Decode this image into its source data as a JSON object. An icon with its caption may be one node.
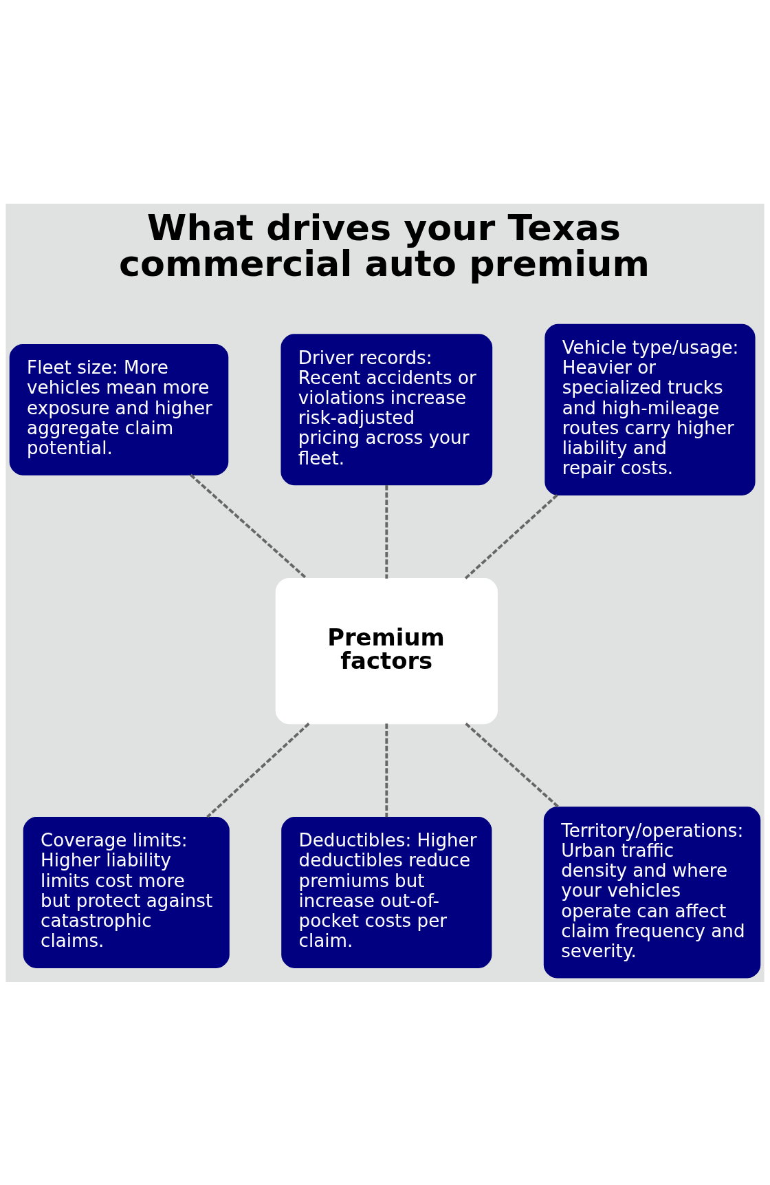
{
  "diagram": {
    "title": "What drives your Texas commercial auto premium",
    "nodes": [
      {
        "text": [
          "Fleet size: More vehicles mean more exposure and higher aggregate claim potential."
        ]
      },
      {
        "text": [
          "Driver records: Recent accidents or violations increase risk-adjusted pricing across your fleet."
        ]
      },
      {
        "text": [
          "Vehicle type/usage: Heavier or specialized trucks and high-mileage routes carry higher liability and repair costs."
        ]
      },
      {
        "text": [
          "Premium factors"
        ]
      },
      {
        "text": [
          "Coverage limits: Higher liability limits cost more but protect against catastrophic claims."
        ]
      },
      {
        "text": [
          "Deductibles: Higher deductibles reduce premiums but increase out-of-pocket costs per claim."
        ]
      },
      {
        "text": [
          "Territory/operations: Urban traffic density and where your vehicles operate can affect claim frequency and severity."
        ]
      }
    ],
    "edges": [
      {
        "from": 0,
        "to": 3,
        "arrow": "none",
        "style": "dashed"
      },
      {
        "from": 1,
        "to": 3,
        "arrow": "none",
        "style": "dashed"
      },
      {
        "from": 2,
        "to": 3,
        "arrow": "none",
        "style": "dashed"
      },
      {
        "from": 3,
        "to": 4,
        "arrow": "none",
        "style": "dashed"
      },
      {
        "from": 3,
        "to": 5,
        "arrow": "none",
        "style": "dashed"
      },
      {
        "from": 3,
        "to": 6,
        "arrow": "none",
        "style": "dashed"
      }
    ]
  }
}
